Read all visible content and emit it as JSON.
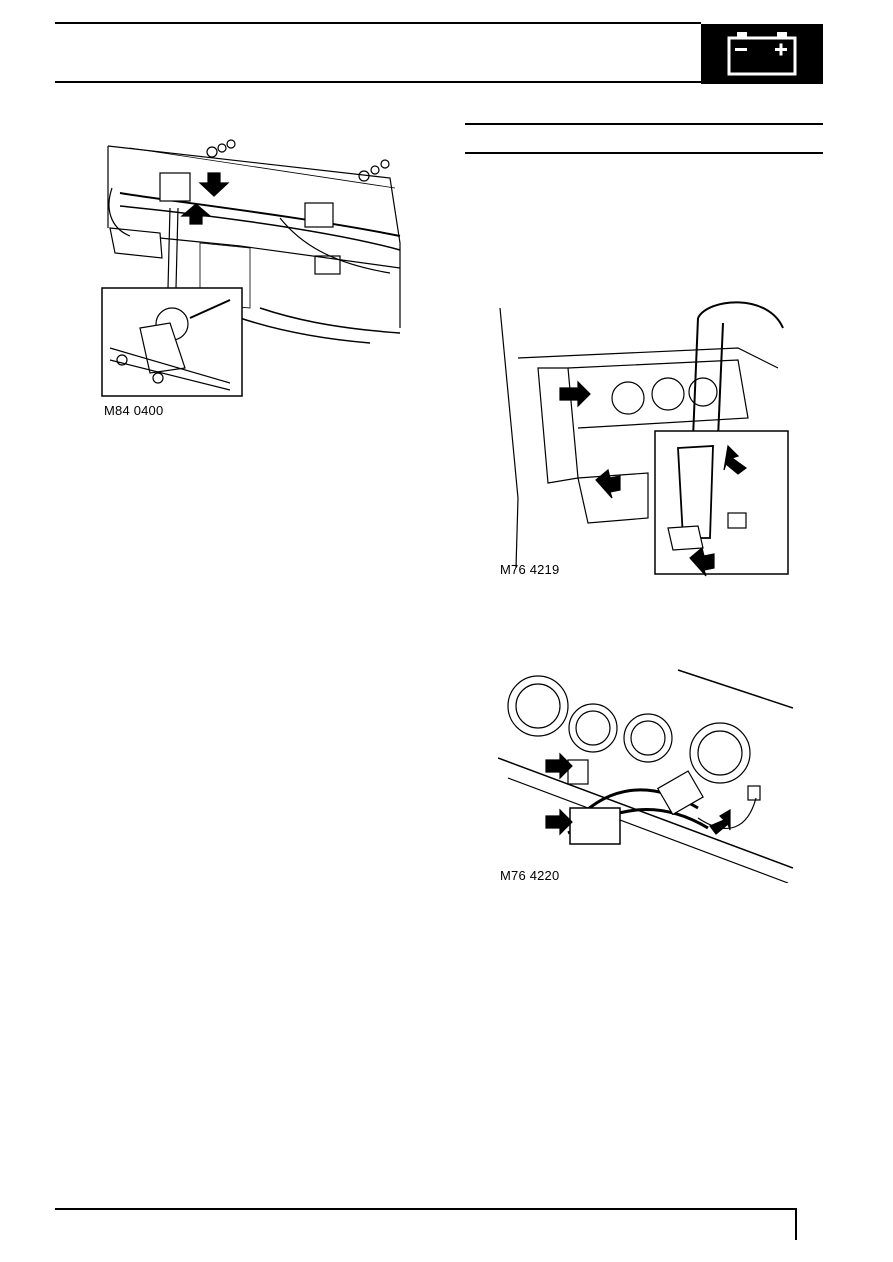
{
  "header": {
    "section_icon": "battery-icon",
    "icon_color": "#000000"
  },
  "figures": {
    "fig1": {
      "caption": "M84 0400",
      "icon": "wiper-motor-drive-illustration"
    },
    "fig2": {
      "caption": "M76 4219",
      "icon": "instrument-panel-illustration"
    },
    "fig3": {
      "caption": "M76 4220",
      "icon": "instrument-harness-illustration"
    }
  }
}
